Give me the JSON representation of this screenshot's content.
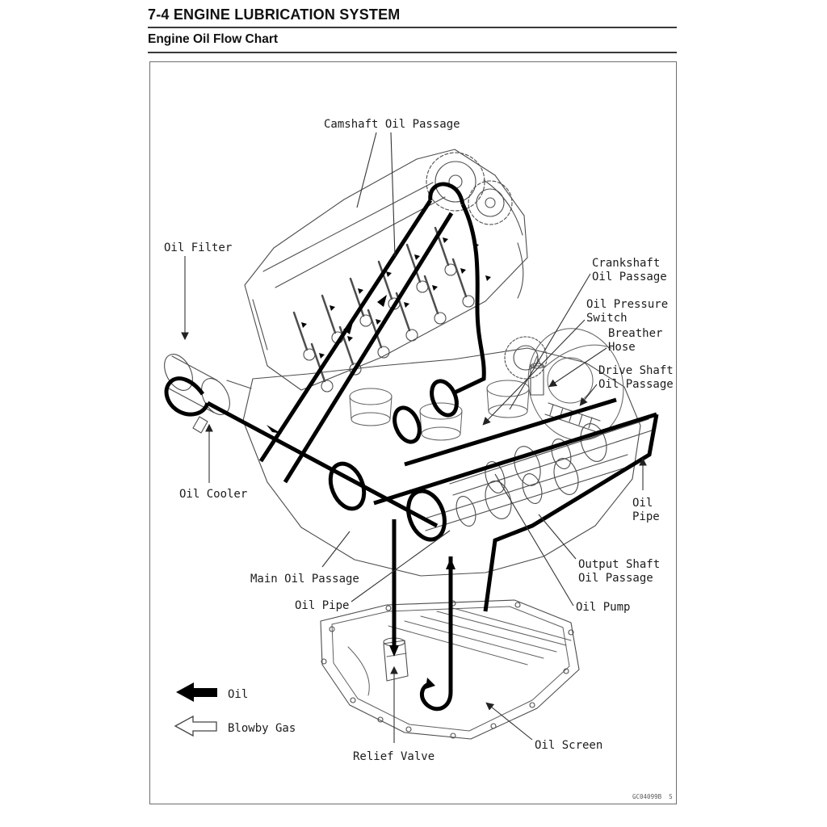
{
  "page": {
    "header_title": "7-4 ENGINE LUBRICATION SYSTEM",
    "section_title": "Engine Oil Flow Chart"
  },
  "diagram": {
    "figure_code": "GC04099B  S",
    "labels": {
      "camshaft_oil_passage": "Camshaft Oil Passage",
      "oil_filter": "Oil Filter",
      "crankshaft_line1": "Crankshaft",
      "crankshaft_line2": "Oil Passage",
      "oil_pressure_line1": "Oil Pressure",
      "oil_pressure_line2": "Switch",
      "breather_line1": "Breather",
      "breather_line2": "Hose",
      "drive_shaft_line1": "Drive Shaft",
      "drive_shaft_line2": "Oil Passage",
      "oil_pipe_right_line1": "Oil",
      "oil_pipe_right_line2": "Pipe",
      "oil_cooler": "Oil Cooler",
      "main_oil_passage": "Main Oil Passage",
      "oil_pipe_bottom": "Oil Pipe",
      "output_shaft_line1": "Output Shaft",
      "output_shaft_line2": "Oil Passage",
      "oil_pump": "Oil Pump",
      "relief_valve": "Relief Valve",
      "oil_screen": "Oil Screen"
    },
    "legend": {
      "oil": "Oil",
      "blowby_gas": "Blowby Gas"
    },
    "colors": {
      "oil_line": "#000000",
      "engine_line": "#4d4d4d",
      "border": "#6e6e6e"
    }
  }
}
